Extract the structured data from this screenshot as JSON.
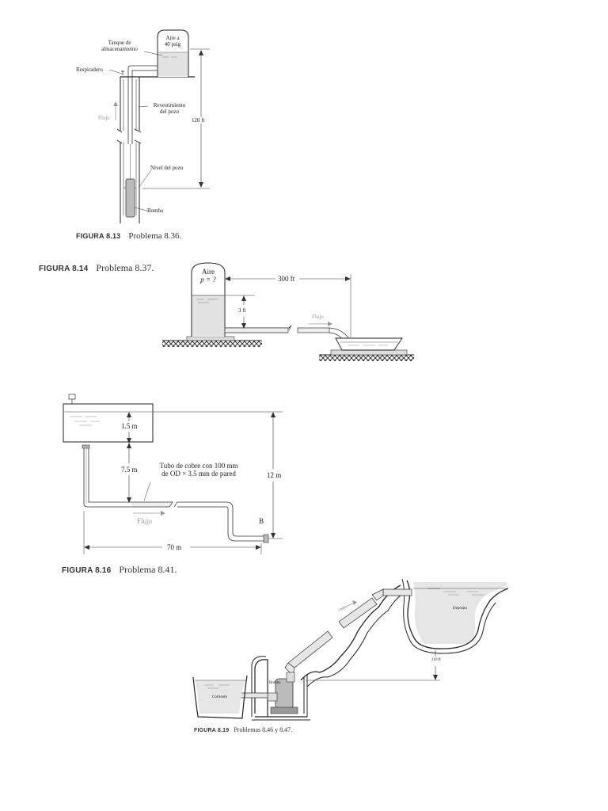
{
  "figure_8_13": {
    "caption_number": "FIGURA 8.13",
    "caption_text": "Problema 8.36.",
    "tank_label_line1": "Aire a",
    "tank_label_line2": "40 psig",
    "storage_tank_line1": "Tanque de",
    "storage_tank_line2": "almacenamiento",
    "vent": "Respiradero",
    "flow": "Flujo",
    "casing_line1": "Revestimiento",
    "casing_line2": "del pozo",
    "height": "120 ft",
    "well_level": "Nivel del pozo",
    "pump": "Bomba"
  },
  "figure_8_14": {
    "caption_number": "FIGURA 8.14",
    "caption_text": "Problema 8.37.",
    "tank_line1": "Aire",
    "tank_line2": "p = ?",
    "distance": "300 ft",
    "height": "3 ft",
    "flow": "Flujo"
  },
  "figure_8_16": {
    "caption_number": "FIGURA 8.16",
    "caption_text": "Problema 8.41.",
    "water_depth": "1.5 m",
    "drop": "7.5 m",
    "pipe_line1": "Tubo de cobre con 100 mm",
    "pipe_line2": "de OD × 3.5 mm de pared",
    "total_height": "12 m",
    "flow": "Flujo",
    "point": "B",
    "length": "70 m"
  },
  "figure_8_19": {
    "caption_number": "FIGURA 8.19",
    "caption_text": "Problemas 8.46 y 8.47.",
    "flow": "Flujo",
    "reservoir": "Depósito",
    "height": "210 ft",
    "pump": "Bomba",
    "stream": "Corriente"
  }
}
